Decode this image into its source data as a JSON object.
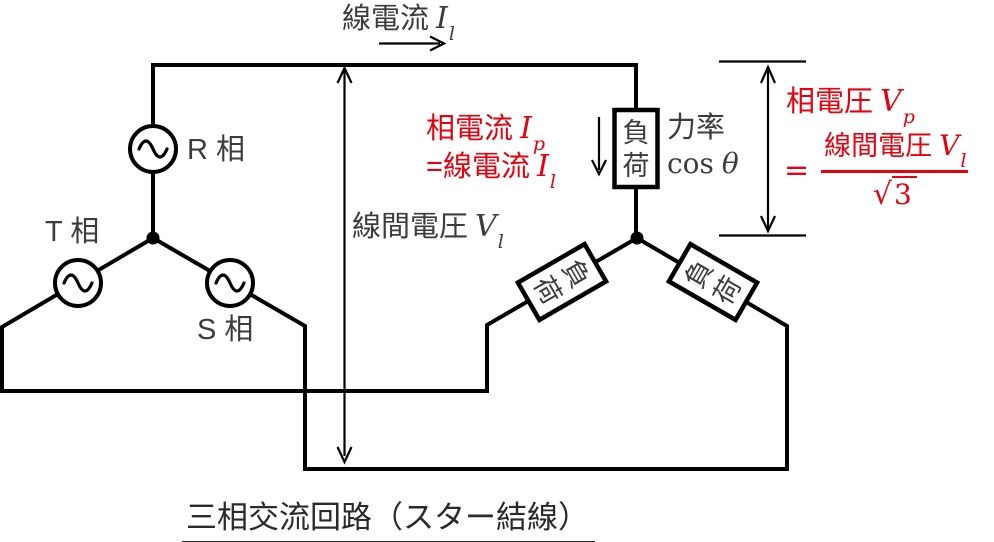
{
  "colors": {
    "wire": "#000000",
    "label": "#3c3c3c",
    "highlight": "#e8000d",
    "background": "#ffffff"
  },
  "caption": "三相交流回路（スター結線）",
  "sources": {
    "r_label": "R 相",
    "t_label": "T 相",
    "s_label": "S 相"
  },
  "load": {
    "char1": "負",
    "char2": "荷"
  },
  "line_current": {
    "label": "線電流",
    "sym": "I",
    "sub": "l"
  },
  "line_voltage": {
    "label": "線間電圧",
    "sym": "V",
    "sub": "l"
  },
  "phase_current": {
    "line1_label": "相電流",
    "line1_sym": "I",
    "line1_sub": "p",
    "line2_eq": "=",
    "line2_label": "線電流",
    "line2_sym": "I",
    "line2_sub": "l"
  },
  "power_factor": {
    "label": "力率",
    "fn": "cos",
    "sym": "θ"
  },
  "phase_voltage": {
    "label": "相電圧",
    "sym": "V",
    "sub": "p"
  },
  "formula": {
    "eq": "=",
    "num_label": "線間電圧",
    "num_sym": "V",
    "num_sub": "l",
    "root": "√",
    "radicand": "3"
  }
}
